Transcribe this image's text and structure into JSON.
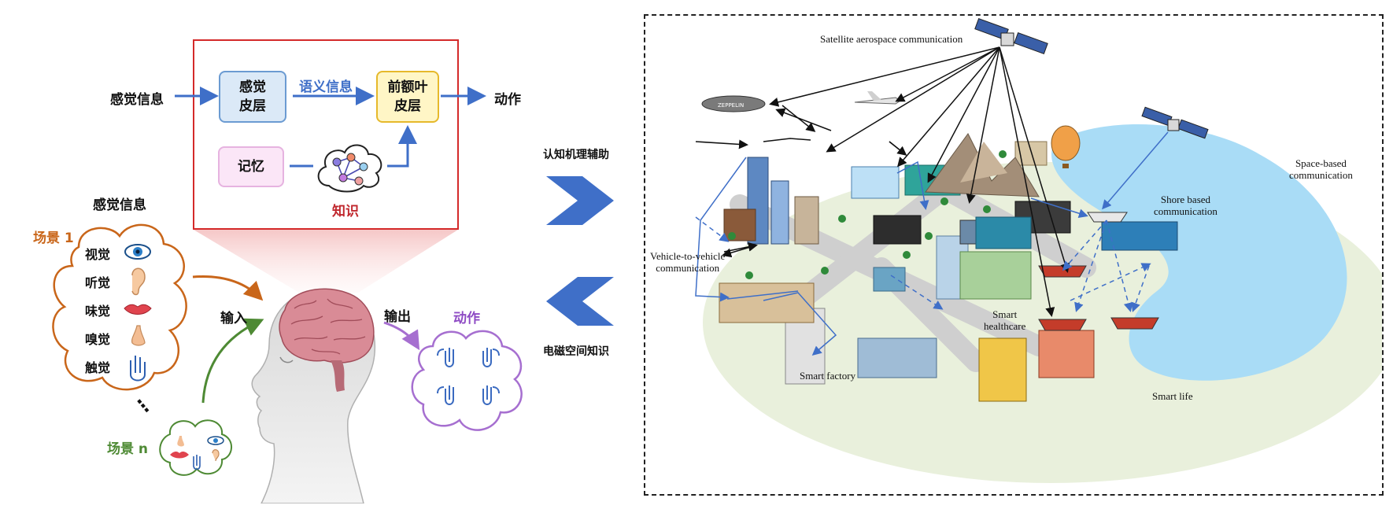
{
  "left": {
    "sensory_info": "感觉信息",
    "sensory_cortex": "感觉\n皮层",
    "semantic_info": "语义信息",
    "prefrontal_cortex": "前额叶\n皮层",
    "action": "动作",
    "memory": "记忆",
    "knowledge": "知识",
    "sensory_info_heading": "感觉信息",
    "scene_1": "场景 1",
    "scene_n": "场景 n",
    "senses": [
      "视觉",
      "听觉",
      "味觉",
      "嗅觉",
      "触觉"
    ],
    "input": "输入",
    "output": "输出",
    "action_label": "动作",
    "ellipsis": "⋮"
  },
  "middle": {
    "cognitive_aid": "认知机理辅助",
    "em_knowledge": "电磁空间知识"
  },
  "right": {
    "satellite_aerospace": "Satellite aerospace communication",
    "space_based": "Space-based\ncommunication",
    "shore_based": "Shore based\ncommunication",
    "v2v": "Vehicle-to-vehicle\ncommunication",
    "smart_healthcare": "Smart\nhealthcare",
    "smart_factory": "Smart factory",
    "smart_life": "Smart life",
    "zeppelin": "ZEPPELIN"
  },
  "colors": {
    "red_frame": "#d42a2a",
    "blue_arrow": "#3f6fc8",
    "orange": "#c9661a",
    "green": "#4e8a34",
    "purple": "#a66fd0",
    "water": "#a9dcf6",
    "ground": "#e9f0dc"
  }
}
